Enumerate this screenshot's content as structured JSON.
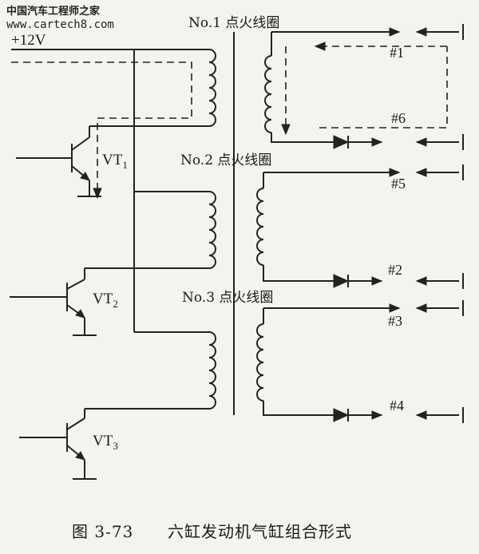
{
  "watermark": {
    "line1": "中国汽车工程师之家",
    "line2": "www.cartech8.com"
  },
  "supply_label": "+12V",
  "coils": [
    {
      "label": "No.1 点火线圈"
    },
    {
      "label": "No.2 点火线圈"
    },
    {
      "label": "No.3 点火线圈"
    }
  ],
  "transistors": [
    {
      "name": "VT",
      "sub": "1"
    },
    {
      "name": "VT",
      "sub": "2"
    },
    {
      "name": "VT",
      "sub": "3"
    }
  ],
  "cylinders": [
    "#1",
    "#6",
    "#5",
    "#2",
    "#3",
    "#4"
  ],
  "caption": {
    "number": "图 3-73",
    "title": "六缸发动机气缸组合形式"
  }
}
